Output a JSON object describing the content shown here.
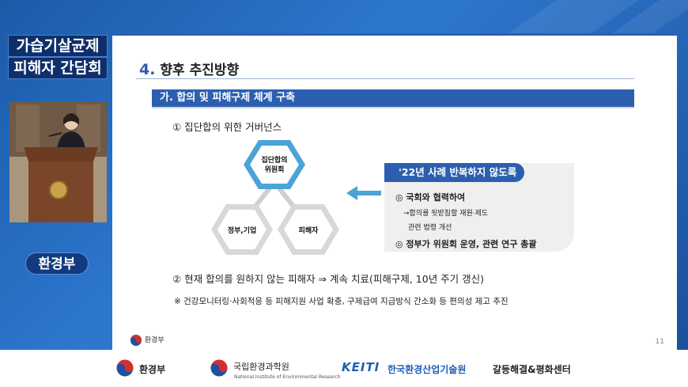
{
  "overlay": {
    "title_line1": "가습기살균제",
    "title_line2": "피해자 간담회",
    "ministry_badge": "환경부"
  },
  "slide": {
    "section_number": "4.",
    "section_title": "향후 추진방향",
    "subsection": "가. 합의 및 피해구제 체계 구축",
    "point1": "①  집단합의 위한 거버넌스",
    "diagram": {
      "top_node_line1": "집단합의",
      "top_node_line2": "위원회",
      "left_node": "정부,기업",
      "right_node": "피해자"
    },
    "callout": {
      "header": "'22년 사례 반복하지 않도록",
      "line1": "◎ 국회와 협력하여",
      "line2": "→합의를 뒷받침할 재원·제도",
      "line3": "관련 법령 개선",
      "line4": "◎ 정부가 위원회 운영, 관련 연구 총괄"
    },
    "point2": "②  현재 합의를 원하지 않는 피해자 ⇒ 계속 치료(피해구제, 10년 주기 갱신)",
    "note": "※ 건강모니터링·사회적응 등 피해지원 사업 확충, 구제급여 지급방식 간소화 등 편의성 제고 추진",
    "footer_logo": "환경부",
    "page_number": "11"
  },
  "sponsors": {
    "s1": "환경부",
    "s2": "국립환경과학원",
    "s2_sub": "National Institute of Environmental Research",
    "s3_mark": "KEITI",
    "s3": "한국환경산업기술원",
    "s4": "갈등해결&평화센터"
  },
  "colors": {
    "accent_blue": "#2c5fb0",
    "navy": "#0f2f6a",
    "hex_fill": "#4ba3d6",
    "hex_grey": "#d8d8d8"
  }
}
